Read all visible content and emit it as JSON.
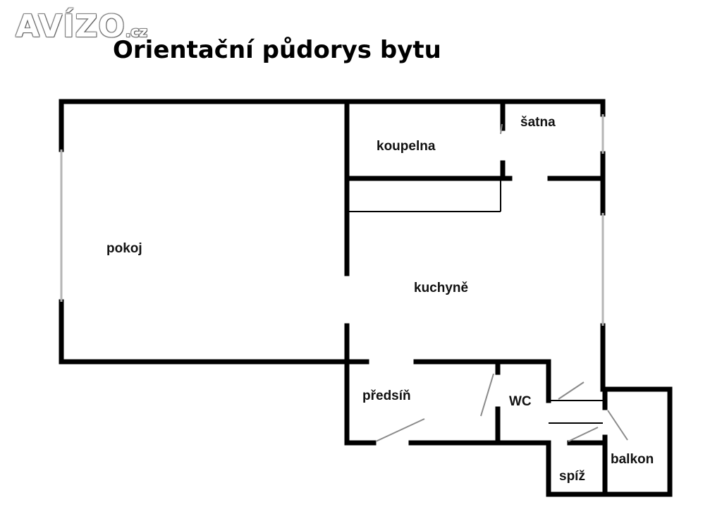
{
  "logo": {
    "text": "AVÍZO",
    "tld": ".cz"
  },
  "title": "Orientační půdorys bytu",
  "rooms": {
    "pokoj": "pokoj",
    "kuchyne": "kuchyně",
    "koupelna": "koupelna",
    "satna": "šatna",
    "predsin": "předsíň",
    "wc": "WC",
    "spiz": "spíž",
    "balkon": "balkon"
  },
  "colors": {
    "wall": "#000000",
    "door": "#8a8a8a",
    "window": "#b5b5b5"
  }
}
